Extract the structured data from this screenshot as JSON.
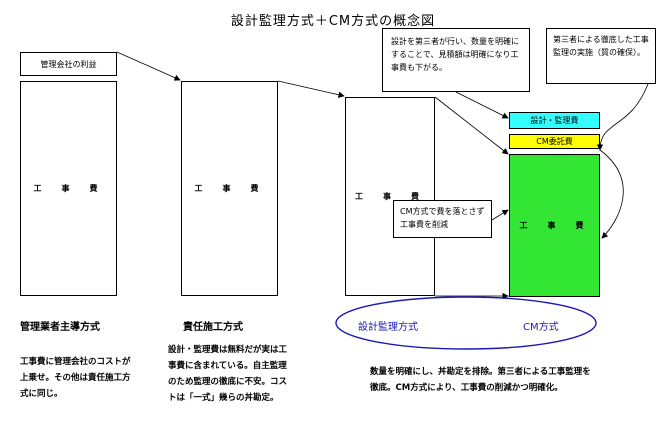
{
  "title": "設計監理方式＋CM方式の概念図",
  "profit_box": "管理会社の利益",
  "bars": {
    "b1": "工　事　費",
    "b2": "工　事　費",
    "b3": "工　事　費",
    "b4": "工　事　費"
  },
  "fee_design": "設計・監理費",
  "fee_cm": "CM委託費",
  "callout_top": "設計を第三者が行い、数量を明確にすることで、見積額は明確になり工事費も下がる。",
  "callout_right": "第三者による徹底した工事監理の実施（質の確保）。",
  "callout_middle": "CM方式で費を落とさず工事費を削減",
  "method1": {
    "name": "管理業者主導方式",
    "desc": "工事費に管理会社のコストが上乗せ。その他は責任施工方式に同じ。"
  },
  "method2": {
    "name": "責任施工方式",
    "desc": "設計・監理費は無料だが実は工事費に含まれている。自主監理のため監理の徹底に不安。コストは「一式」幾らの丼勘定。"
  },
  "method3": {
    "name": "設計監理方式",
    "name2": "CM方式",
    "desc": "数量を明確にし、丼勘定を排除。第三者による工事監理を徹底。CM方式により、工事費の削減かつ明確化。"
  },
  "colors": {
    "design_fee": "#33FFFF",
    "cm_fee": "#FFFF00",
    "cm_bar": "#33E633",
    "ellipse": "#1A1AB3"
  }
}
